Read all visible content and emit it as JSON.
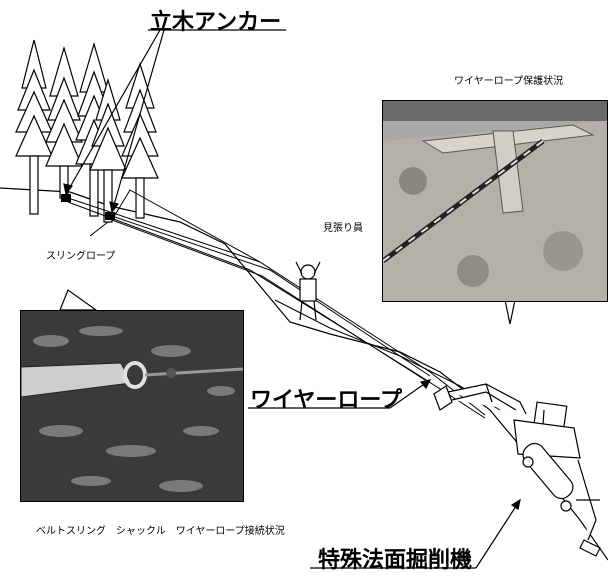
{
  "labels": {
    "tree_anchor": "立木アンカー",
    "wire_rope": "ワイヤーロープ",
    "special_excavator": "特殊法面掘削機",
    "sling_rope": "スリングロープ",
    "watchman": "見張り員",
    "wire_protection_status": "ワイヤーロープ保護状況",
    "connection_status": "ベルトスリング　シャックル　ワイヤーロープ接続状況"
  },
  "photos": [
    {
      "name": "wire-rope-protection-photo",
      "subject": "wire-rope-protection"
    },
    {
      "name": "sling-shackle-connection-photo",
      "subject": "sling-shackle-connection"
    }
  ],
  "colors": {
    "line": "#000000",
    "photo_dark": "#3a3a3a",
    "photo_mid": "#8a8a8a",
    "photo_light": "#c8c8c8"
  }
}
